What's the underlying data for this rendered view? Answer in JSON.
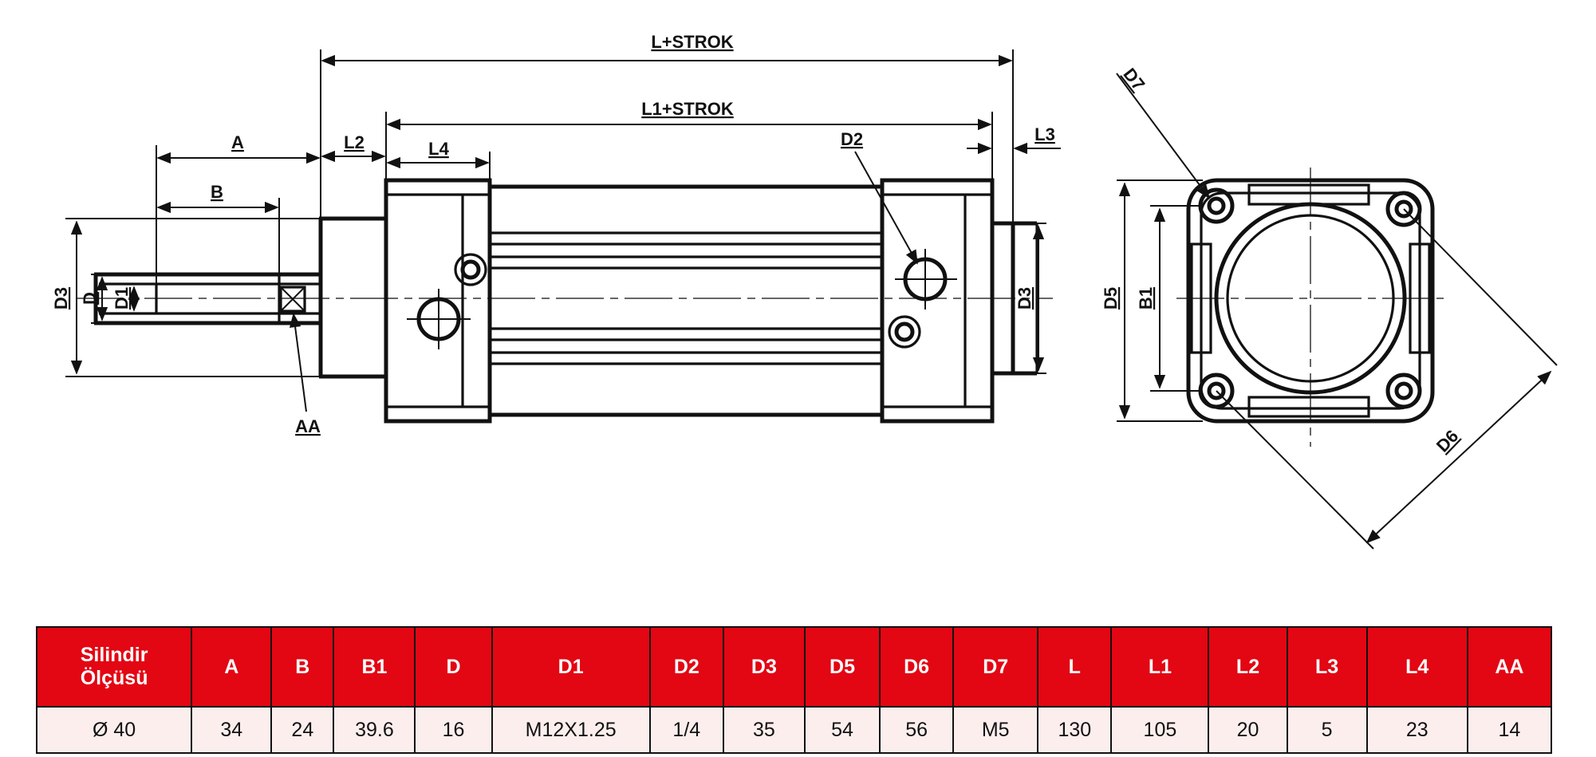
{
  "drawing": {
    "labels": {
      "l_strok": "L+STROK",
      "l1_strok": "L1+STROK",
      "a": "A",
      "b": "B",
      "l2": "L2",
      "l4": "L4",
      "l3": "L3",
      "d2": "D2",
      "d3_left": "D3",
      "d": "D",
      "d1": "D1",
      "d3_right": "D3",
      "aa": "AA",
      "d7": "D7",
      "d5": "D5",
      "b1": "B1",
      "d6": "D6"
    }
  },
  "table": {
    "headers": [
      "Silindir\nÖlçüsü",
      "A",
      "B",
      "B1",
      "D",
      "D1",
      "D2",
      "D3",
      "D5",
      "D6",
      "D7",
      "L",
      "L1",
      "L2",
      "L3",
      "L4",
      "AA"
    ],
    "rows": [
      [
        "Ø 40",
        "34",
        "24",
        "39.6",
        "16",
        "M12X1.25",
        "1/4",
        "35",
        "54",
        "56",
        "M5",
        "130",
        "105",
        "20",
        "5",
        "23",
        "14"
      ]
    ],
    "header_color": "#e30613",
    "row_color": "#fdeeee"
  }
}
